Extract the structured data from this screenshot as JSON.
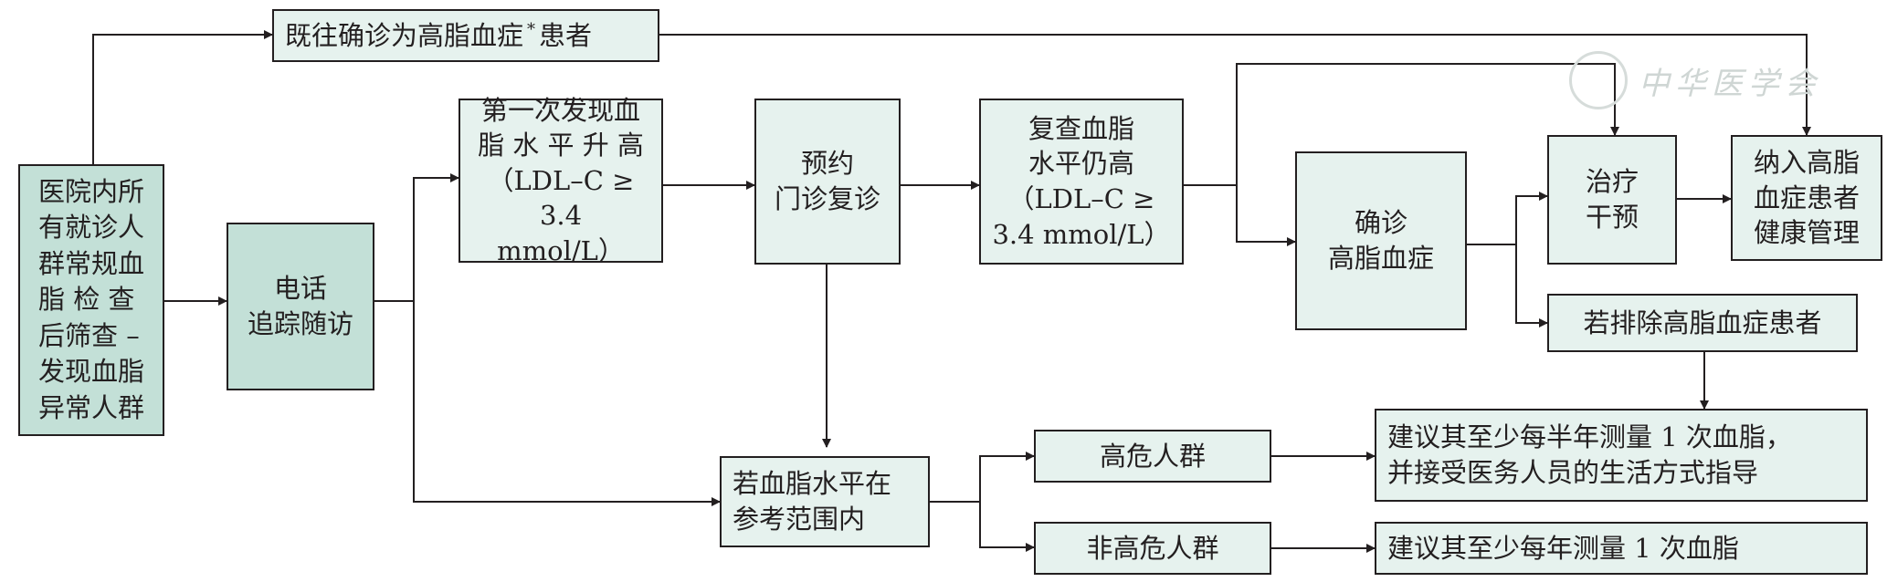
{
  "nodes": {
    "screening": [
      "医院内所",
      "有就诊人",
      "群常规血",
      "脂 检 查",
      "后筛查 –",
      "发现血脂",
      "异常人群"
    ],
    "phone": [
      "电话",
      "追踪随访"
    ],
    "previous": "既往确诊为高脂血症",
    "previous_mark": "*",
    "previous_tail": "患者",
    "first_found": [
      "第一次发现血",
      "脂 水 平 升 高",
      "（LDL–C ≥ 3.4",
      "mmol/L）"
    ],
    "appointment": [
      "预约",
      "门诊复诊"
    ],
    "recheck": [
      "复查血脂",
      "水平仍高",
      "（LDL–C ≥",
      "3.4 mmol/L）"
    ],
    "confirmed": [
      "确诊",
      "高脂血症"
    ],
    "treatment": [
      "治疗",
      "干预"
    ],
    "management": [
      "纳入高脂",
      "血症患者",
      "健康管理"
    ],
    "excluded": "若排除高脂血症患者",
    "normal": [
      "若血脂水平在",
      "参考范围内"
    ],
    "high_risk": "高危人群",
    "non_high_risk": "非高危人群",
    "advice_high": [
      "建议其至少每半年测量 1 次血脂，",
      "并接受医务人员的生活方式指导"
    ],
    "advice_low": "建议其至少每年测量 1 次血脂"
  },
  "watermark": "中华医学会",
  "colors": {
    "box_fill": "#e6f2ee",
    "box_fill_dark": "#c3e0d7",
    "line": "#231f20"
  }
}
